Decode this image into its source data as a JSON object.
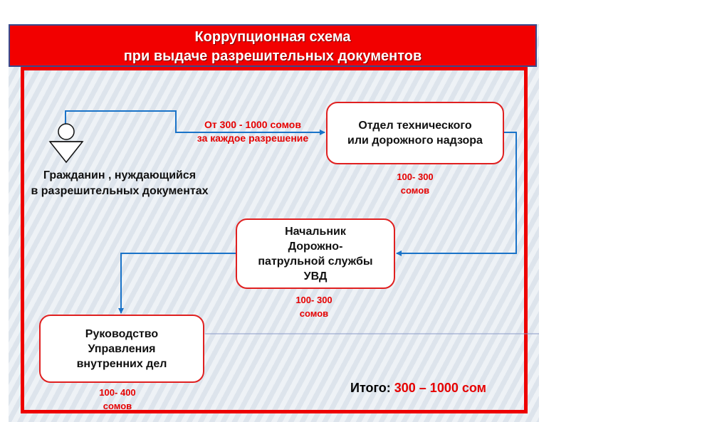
{
  "header": {
    "line1": "Коррупционная схема",
    "line2": "при выдаче разрешительных документов"
  },
  "citizen": {
    "line1": "Гражданин , нуждающийся",
    "line2": "в разрешительных документах"
  },
  "payment": {
    "line1": "От 300  - 1000 сомов",
    "line2": "за каждое разрешение"
  },
  "nodes": [
    {
      "lines": [
        "Отдел технического",
        "или дорожного надзора"
      ],
      "amount": [
        "100- 300",
        "сомов"
      ]
    },
    {
      "lines": [
        "Начальник",
        "Дорожно-",
        "патрульной службы",
        "УВД"
      ],
      "amount": [
        "100- 300",
        "сомов"
      ]
    },
    {
      "lines": [
        "Руководство",
        "Управления",
        "внутренних дел"
      ],
      "amount": [
        "100- 400",
        "сомов"
      ]
    }
  ],
  "total": {
    "label": "Итого: ",
    "value": "300 – 1000 сом"
  },
  "colors": {
    "header_bg": "#f20000",
    "frame": "#ee0000",
    "arrow": "#1a73c8",
    "amount": "#e60000"
  }
}
